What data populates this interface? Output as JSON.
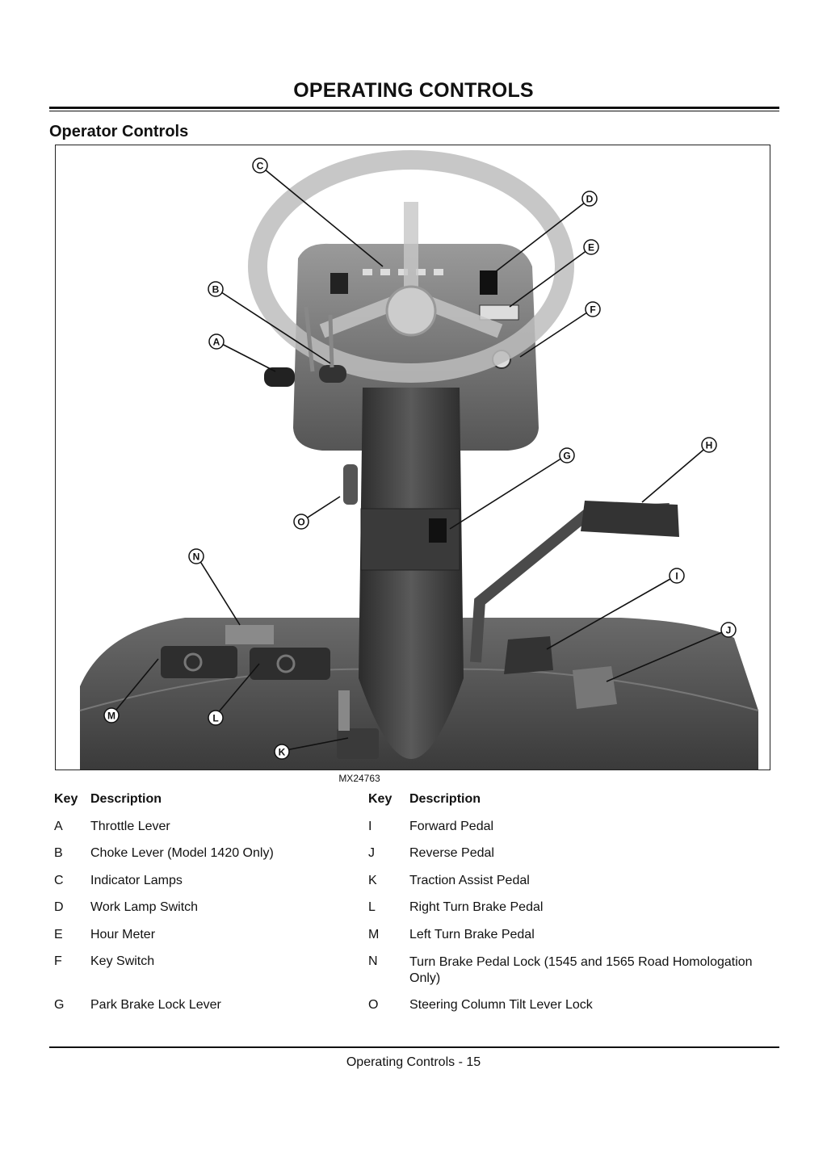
{
  "page": {
    "title": "OPERATING CONTROLS",
    "section": "Operator Controls",
    "figure_id": "MX24763",
    "footer": "Operating Controls - 15"
  },
  "callouts": [
    "A",
    "B",
    "C",
    "D",
    "E",
    "F",
    "G",
    "H",
    "I",
    "J",
    "K",
    "L",
    "M",
    "N",
    "O"
  ],
  "legend": {
    "left_header": {
      "key": "Key",
      "desc": "Description"
    },
    "right_header": {
      "key": "Key",
      "desc": "Description"
    },
    "left": [
      {
        "key": "A",
        "desc": "Throttle Lever"
      },
      {
        "key": "B",
        "desc": "Choke Lever (Model 1420 Only)"
      },
      {
        "key": "C",
        "desc": "Indicator Lamps"
      },
      {
        "key": "D",
        "desc": "Work Lamp Switch"
      },
      {
        "key": "E",
        "desc": "Hour Meter"
      },
      {
        "key": "F",
        "desc": "Key Switch"
      },
      {
        "key": "G",
        "desc": "Park Brake Lock Lever"
      }
    ],
    "right": [
      {
        "key": "I",
        "desc": "Forward Pedal"
      },
      {
        "key": "J",
        "desc": "Reverse Pedal"
      },
      {
        "key": "K",
        "desc": "Traction Assist Pedal"
      },
      {
        "key": "L",
        "desc": "Right Turn Brake Pedal"
      },
      {
        "key": "M",
        "desc": "Left Turn Brake Pedal"
      },
      {
        "key": "N",
        "desc": "Turn Brake Pedal Lock (1545 and 1565 Road Homologation Only)"
      },
      {
        "key": "O",
        "desc": "Steering Column Tilt Lever Lock"
      }
    ]
  }
}
